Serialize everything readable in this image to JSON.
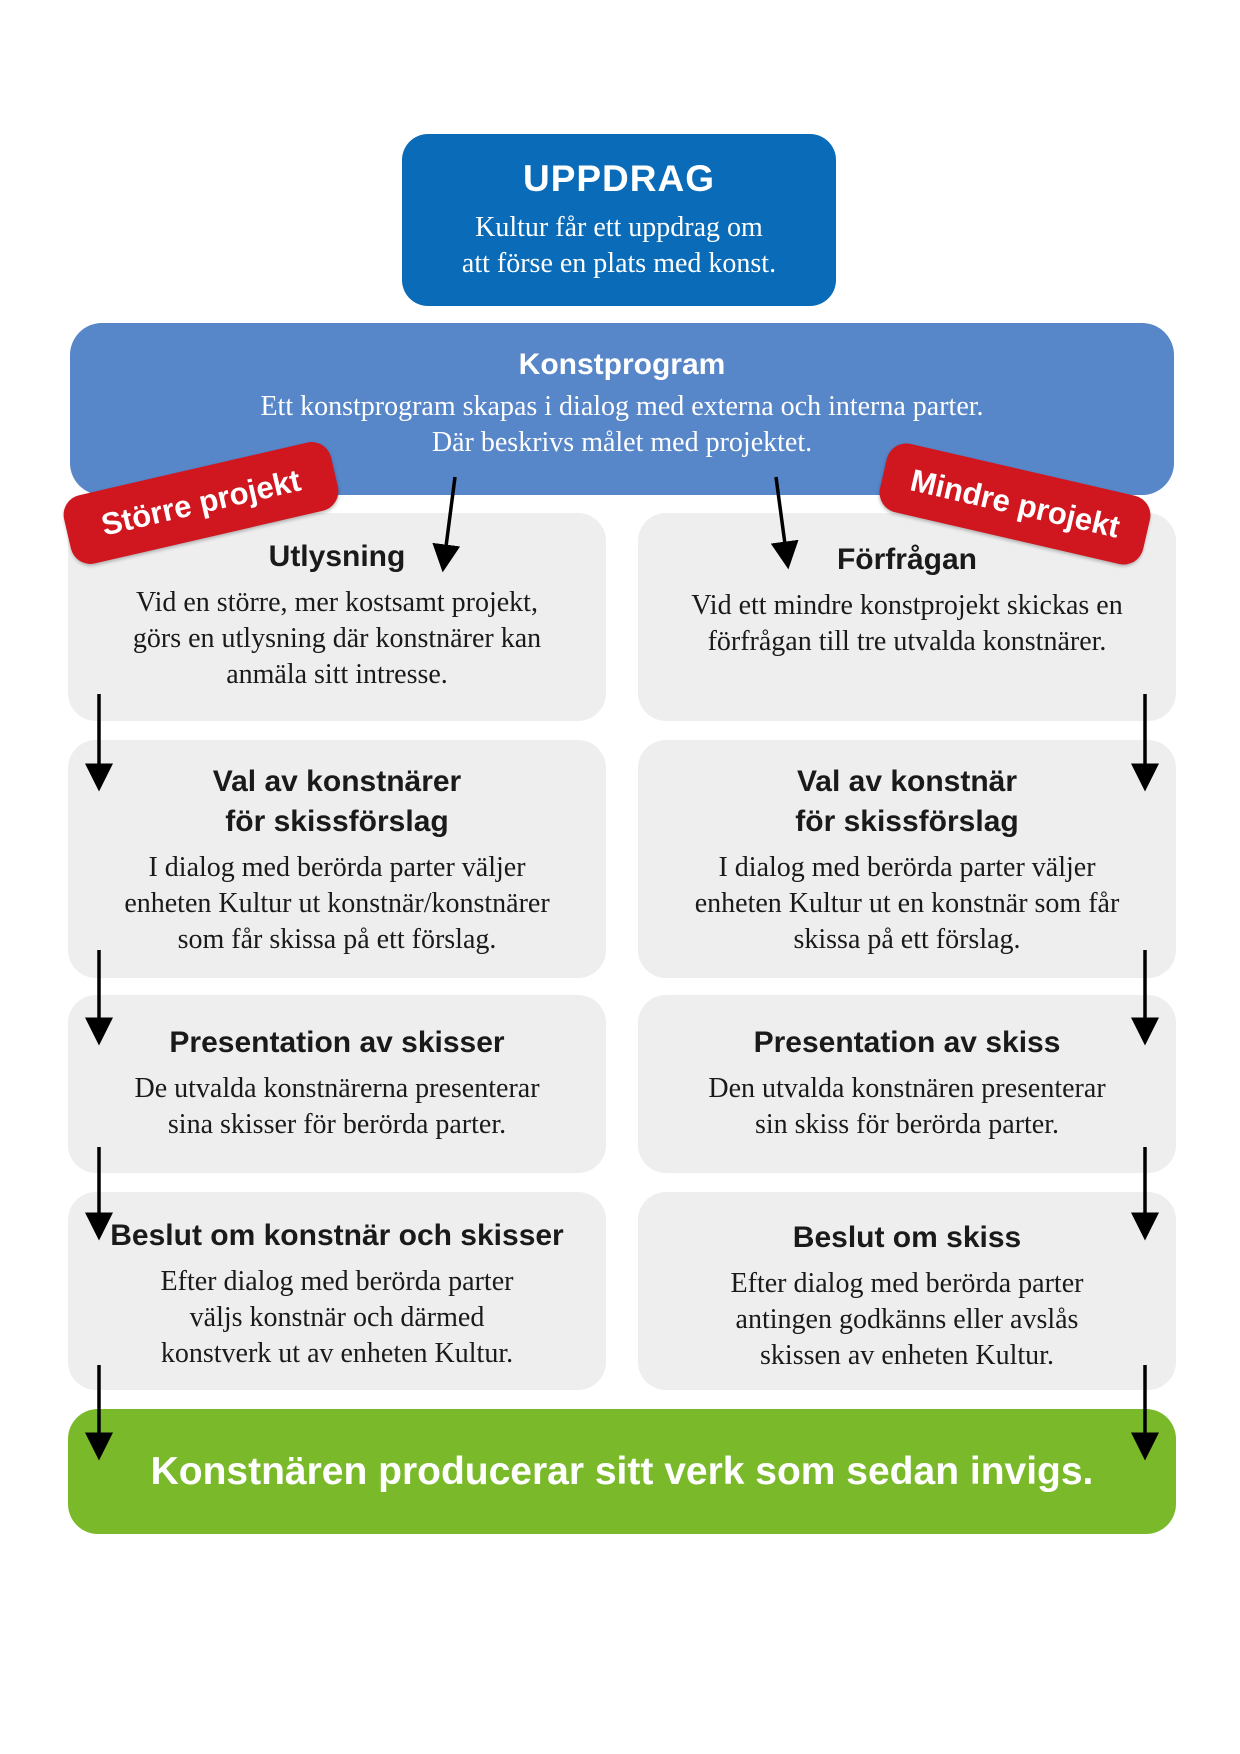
{
  "uppdrag": {
    "title": "UPPDRAG",
    "text": "Kultur får ett uppdrag om\natt förse en plats med konst."
  },
  "konstprogram": {
    "title": "Konstprogram",
    "text": "Ett konstprogram skapas i dialog med externa och interna parter.\nDär beskrivs målet med projektet."
  },
  "tags": {
    "large": "Större projekt",
    "small": "Mindre projekt"
  },
  "large_track": [
    {
      "title": "Utlysning",
      "text": "Vid en större, mer kostsamt projekt,\ngörs en utlysning där konstnärer kan\nanmäla sitt intresse."
    },
    {
      "title": "Val av konstnärer\nför skissförslag",
      "text": "I dialog med berörda parter väljer\nenheten Kultur ut konstnär/konstnärer\nsom får skissa på ett förslag."
    },
    {
      "title": "Presentation av skisser",
      "text": "De utvalda konstnärerna presenterar\nsina skisser för berörda parter."
    },
    {
      "title": "Beslut om konstnär och skisser",
      "text": "Efter dialog med berörda parter\nväljs konstnär och därmed\nkonstverk ut av enheten Kultur."
    }
  ],
  "small_track": [
    {
      "title": "Förfrågan",
      "text": "Vid ett mindre konstprojekt skickas en\nförfrågan till tre utvalda konstnärer."
    },
    {
      "title": "Val av konstnär\nför skissförslag",
      "text": "I dialog med berörda parter väljer\nenheten Kultur ut en konstnär som får\nskissa på ett förslag."
    },
    {
      "title": "Presentation av skiss",
      "text": "Den utvalda konstnären presenterar\nsin skiss för berörda parter."
    },
    {
      "title": "Beslut om skiss",
      "text": "Efter dialog med berörda parter\nantingen godkänns eller avslås\nskissen av enheten Kultur."
    }
  ],
  "final": {
    "text": "Konstnären producerar sitt verk som sedan invigs."
  },
  "colors": {
    "uppdrag": "#0a6cb8",
    "program": "#5786c9",
    "step": "#eeeeee",
    "final": "#7ab929",
    "tag": "#d0161e"
  }
}
